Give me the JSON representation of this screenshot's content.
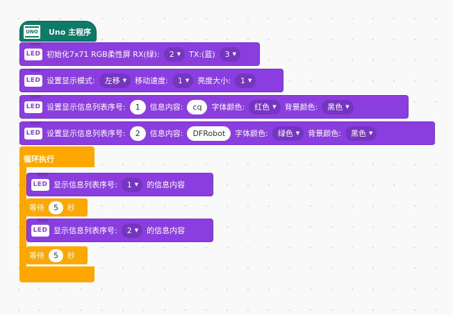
{
  "hat": {
    "icon_text": "UNO",
    "label": "Uno 主程序"
  },
  "led_text": "LED",
  "blocks": [
    {
      "label": "初始化7x71 RGB柔性屏 RX(绿):",
      "rx_value": "2",
      "tx_label": "TX:(蓝)",
      "tx_value": "3"
    },
    {
      "label": "设置显示模式:",
      "mode": "左移",
      "speed_label": "移动速度:",
      "speed": "1",
      "bright_label": "亮度大小:",
      "bright": "1"
    },
    {
      "label": "设置显示信息列表序号:",
      "index": "1",
      "content_label": "信息内容:",
      "content": "cq",
      "font_color_label": "字体颜色:",
      "font_color": "红色",
      "bg_label": "背景颜色:",
      "bg_color": "黑色"
    },
    {
      "label": "设置显示信息列表序号:",
      "index": "2",
      "content_label": "信息内容:",
      "content": "DFRobot",
      "font_color_label": "字体颜色:",
      "font_color": "绿色",
      "bg_label": "背景颜色:",
      "bg_color": "黑色"
    }
  ],
  "loop": {
    "label": "循环执行",
    "items": [
      {
        "show_label": "显示信息列表序号:",
        "index": "1",
        "suffix": "的信息内容"
      },
      {
        "wait_label": "等待",
        "seconds": "5",
        "unit": "秒"
      },
      {
        "show_label": "显示信息列表序号:",
        "index": "2",
        "suffix": "的信息内容"
      },
      {
        "wait_label": "等待",
        "seconds": "5",
        "unit": "秒"
      }
    ]
  },
  "colors": {
    "purple": "#8a3ee0",
    "orange": "#fea700",
    "hat": "#0e7a68"
  }
}
